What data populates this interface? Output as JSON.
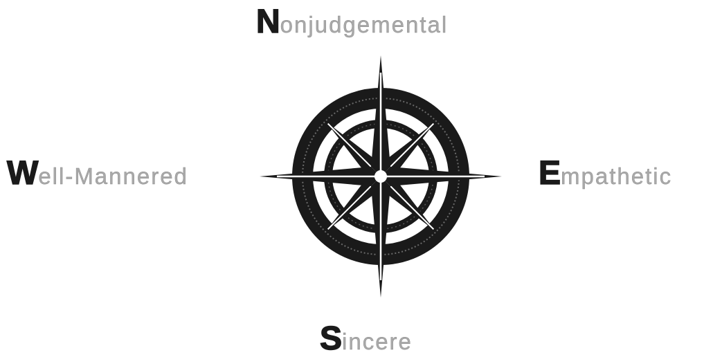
{
  "directions": {
    "north": {
      "initial": "N",
      "rest": "onjudgemental"
    },
    "west": {
      "initial": "W",
      "rest": "ell-Mannered"
    },
    "east": {
      "initial": "E",
      "rest": "mpathetic"
    },
    "south": {
      "initial": "S",
      "rest": "incere"
    }
  },
  "colors": {
    "ink": "#1a1a1a",
    "faded_text": "#a9a9a9",
    "background": "#ffffff"
  },
  "icons": {
    "center": "compass-rose-icon"
  }
}
